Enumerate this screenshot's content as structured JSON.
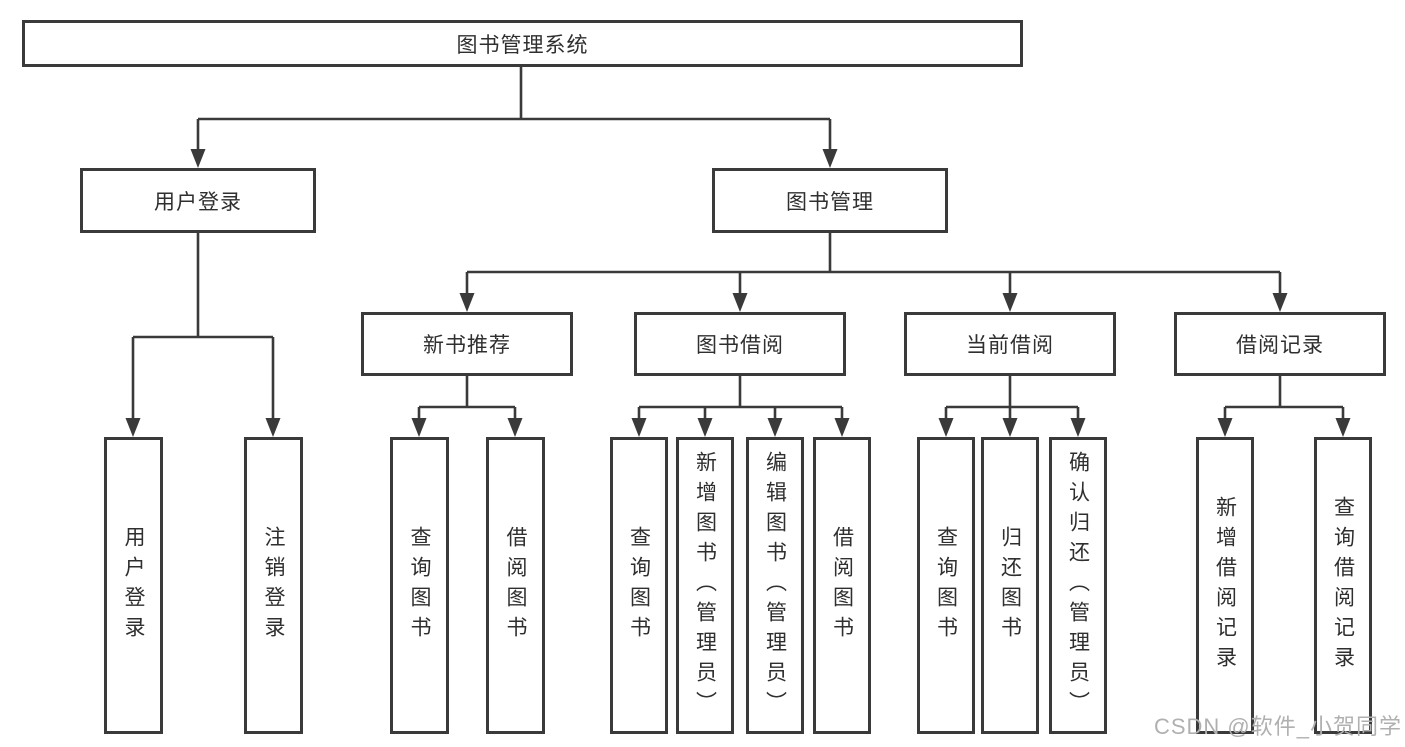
{
  "tree": {
    "root": {
      "label": "图书管理系统"
    },
    "branches": [
      {
        "label": "用户登录",
        "children": [
          {
            "label": "用户登录"
          },
          {
            "label": "注销登录"
          }
        ]
      },
      {
        "label": "图书管理",
        "children": [
          {
            "label": "新书推荐",
            "children": [
              {
                "label": "查询图书"
              },
              {
                "label": "借阅图书"
              }
            ]
          },
          {
            "label": "图书借阅",
            "children": [
              {
                "label": "查询图书"
              },
              {
                "label": "新增图书（管理员）"
              },
              {
                "label": "编辑图书（管理员）"
              },
              {
                "label": "借阅图书"
              }
            ]
          },
          {
            "label": "当前借阅",
            "children": [
              {
                "label": "查询图书"
              },
              {
                "label": "归还图书"
              },
              {
                "label": "确认归还（管理员）"
              }
            ]
          },
          {
            "label": "借阅记录",
            "children": [
              {
                "label": "新增借阅记录"
              },
              {
                "label": "查询借阅记录"
              }
            ]
          }
        ]
      }
    ]
  },
  "watermark": {
    "text": "CSDN @软件_小贺同学"
  },
  "colors": {
    "line": "#3a3a3a",
    "box_border": "#3a3a3a",
    "text": "#2f2f2f",
    "watermark": "#b0b0b0",
    "background": "#ffffff"
  }
}
